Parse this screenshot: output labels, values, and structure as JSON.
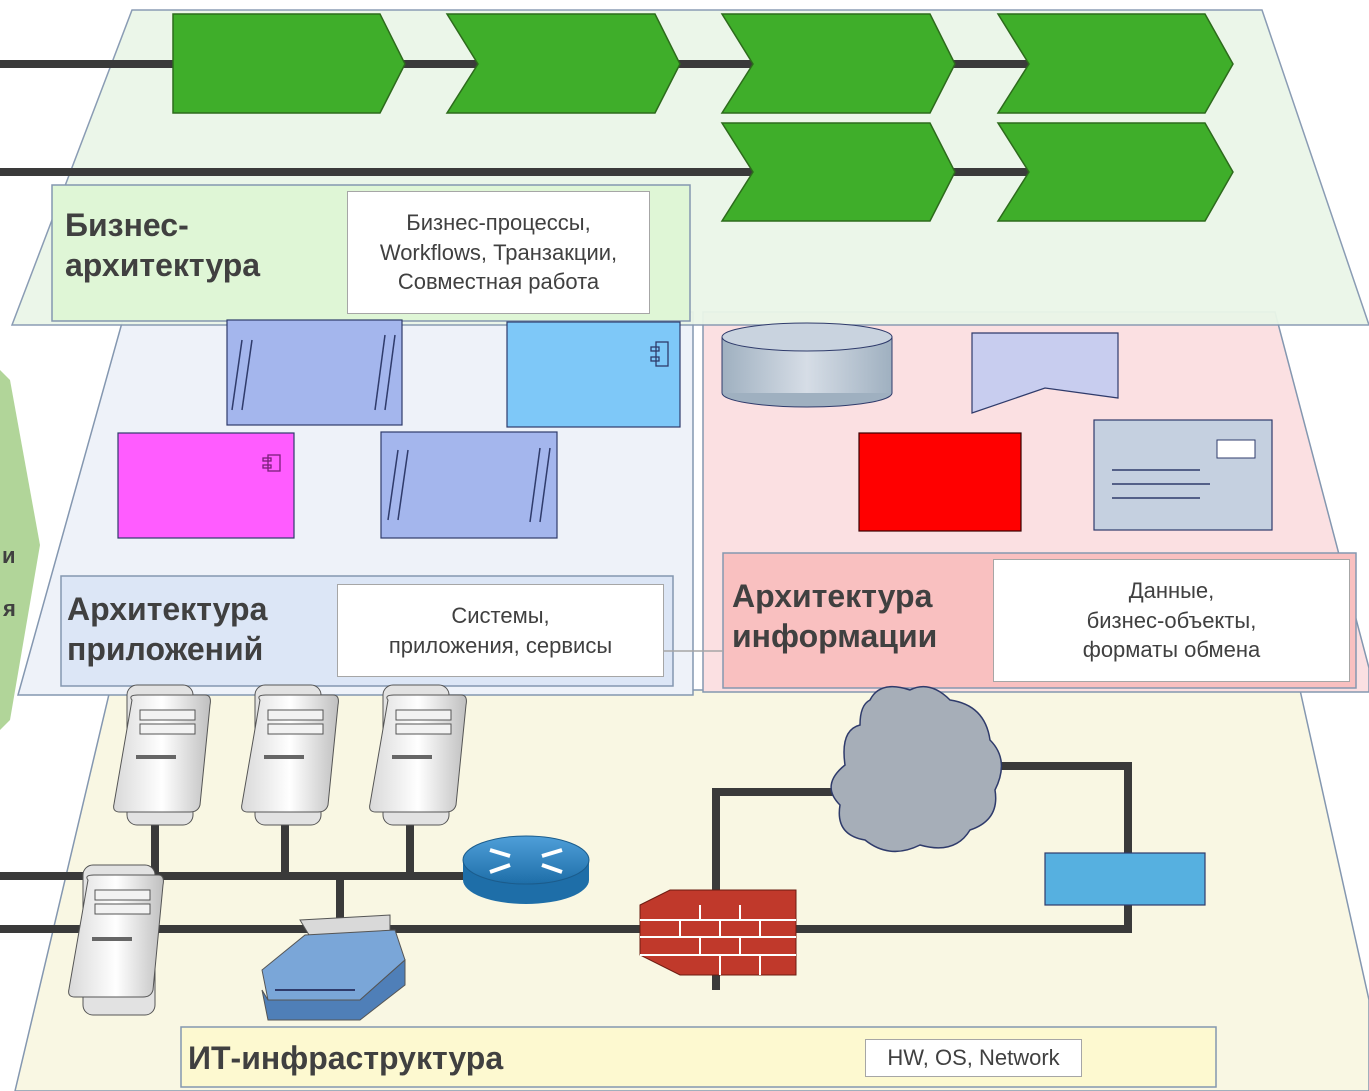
{
  "layers": {
    "business": {
      "title": "Бизнес-\nархитектура",
      "description": "Бизнес-процессы,\nWorkflows, Транзакции,\nСовместная работа"
    },
    "applications": {
      "title": "Архитектура\nприложений",
      "description": "Системы,\nприложения, сервисы"
    },
    "information": {
      "title": "Архитектура\nинформации",
      "description": "Данные,\nбизнес-объекты,\nформаты обмена"
    },
    "infrastructure": {
      "title": "ИТ-инфраструктура",
      "description": "HW, OS, Network"
    }
  },
  "side_arrow_fragments": [
    "и",
    "я"
  ],
  "colors": {
    "business_layer": "#eaf6e8",
    "business_label": "#dff6d6",
    "applications_layer": "#eef2f9",
    "applications_label": "#dce6f6",
    "information_layer": "#fbe0e2",
    "information_label": "#f9c0c0",
    "infrastructure_layer": "#f9f7e3",
    "infrastructure_label": "#fdf9d0",
    "process_chevron": "#3fae2a",
    "side_arrow": "#a9d08e"
  }
}
